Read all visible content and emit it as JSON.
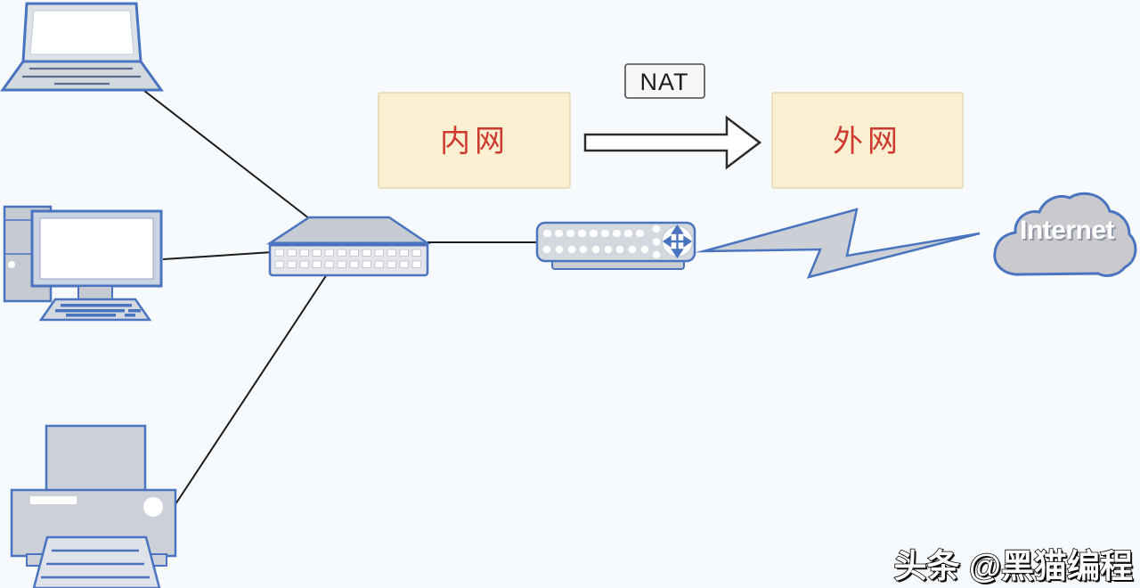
{
  "diagram": {
    "type": "network-topology-nat",
    "background": "#f7fafd",
    "colors": {
      "accent_blue": "#4a74c0",
      "device_fill": "#d4d8df",
      "device_fill_dark": "#c6cad2",
      "device_fill_light": "#e3e5ea",
      "cable_black": "#1b1b1b",
      "zone_box_fill": "#fbefd1",
      "zone_box_border": "#e3d8ad",
      "zone_text_red": "#cf3a2f",
      "nat_box_fill": "#f7f7f7",
      "nat_box_border": "#4a4a4a",
      "cloud_fill": "#c9c9ce",
      "cloud_text": "#ffffff"
    },
    "labels": {
      "nat": "NAT",
      "intranet": "内网",
      "extranet": "外网",
      "internet": "Internet"
    },
    "nodes": [
      {
        "id": "laptop",
        "icon": "laptop-icon"
      },
      {
        "id": "desktop-computer",
        "icon": "desktop-computer-icon"
      },
      {
        "id": "printer",
        "icon": "printer-icon"
      },
      {
        "id": "switch",
        "icon": "network-switch-icon"
      },
      {
        "id": "router",
        "icon": "router-icon"
      },
      {
        "id": "internet-cloud",
        "icon": "cloud-icon",
        "label": "Internet"
      }
    ],
    "edges": [
      {
        "from": "laptop",
        "to": "switch",
        "style": "solid-black-line"
      },
      {
        "from": "desktop-computer",
        "to": "switch",
        "style": "solid-black-line"
      },
      {
        "from": "printer",
        "to": "switch",
        "style": "solid-black-line"
      },
      {
        "from": "switch",
        "to": "router",
        "style": "solid-black-line"
      },
      {
        "from": "router",
        "to": "internet-cloud",
        "style": "lightning-bolt"
      }
    ]
  },
  "watermark": {
    "text": "头条 @黑猫编程"
  }
}
